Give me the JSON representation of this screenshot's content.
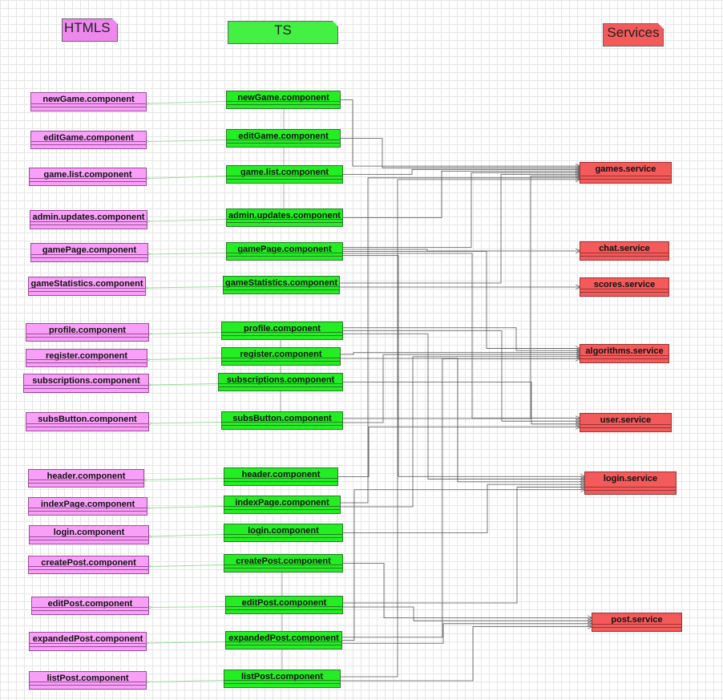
{
  "headers": {
    "htmls": "HTMLS",
    "ts": "TS",
    "services": "Services"
  },
  "colors": {
    "html_fill": "#f8a0f8",
    "ts_fill": "#22ee22",
    "service_fill": "#f45a5a",
    "header_html_fill": "#ee88ee",
    "header_ts_fill": "#44f044",
    "header_service_fill": "#f45a5a",
    "link_line": "#444444",
    "html_link_line": "#99dd99"
  },
  "html_components": [
    "newGame.component",
    "editGame.component",
    "game.list.component",
    "admin.updates.component",
    "gamePage.component",
    "gameStatistics.component",
    "profile.component",
    "register.component",
    "subscriptions.component",
    "subsButton.component",
    "header.component",
    "indexPage.component",
    "login.component",
    "createPost.component",
    "editPost.component",
    "expandedPost.component",
    "listPost.component"
  ],
  "ts_components": [
    "newGame.component",
    "editGame.component",
    "game.list.component",
    "admin.updates.component",
    "gamePage.component",
    "gameStatistics.component",
    "profile.component",
    "register.component",
    "subscriptions.component",
    "subsButton.component",
    "header.component",
    "indexPage.component",
    "login.component",
    "createPost.component",
    "editPost.component",
    "expandedPost.component",
    "listPost.component"
  ],
  "services": [
    "games.service",
    "chat.service",
    "scores.service",
    "algorithms.service",
    "user.service",
    "login.service",
    "post.service"
  ],
  "service_links": [
    {
      "from": "newGame.component",
      "to": "games.service"
    },
    {
      "from": "editGame.component",
      "to": "games.service"
    },
    {
      "from": "game.list.component",
      "to": "games.service"
    },
    {
      "from": "admin.updates.component",
      "to": "games.service"
    },
    {
      "from": "gamePage.component",
      "to": "games.service"
    },
    {
      "from": "gameStatistics.component",
      "to": "games.service"
    },
    {
      "from": "subsButton.component",
      "to": "games.service"
    },
    {
      "from": "indexPage.component",
      "to": "games.service"
    },
    {
      "from": "listPost.component",
      "to": "games.service"
    },
    {
      "from": "gamePage.component",
      "to": "chat.service"
    },
    {
      "from": "gameStatistics.component",
      "to": "scores.service"
    },
    {
      "from": "gamePage.component",
      "to": "algorithms.service"
    },
    {
      "from": "profile.component",
      "to": "algorithms.service"
    },
    {
      "from": "register.component",
      "to": "algorithms.service"
    },
    {
      "from": "subsButton.component",
      "to": "algorithms.service"
    },
    {
      "from": "indexPage.component",
      "to": "algorithms.service"
    },
    {
      "from": "expandedPost.component",
      "to": "algorithms.service"
    },
    {
      "from": "gamePage.component",
      "to": "user.service"
    },
    {
      "from": "profile.component",
      "to": "user.service"
    },
    {
      "from": "subscriptions.component",
      "to": "user.service"
    },
    {
      "from": "header.component",
      "to": "user.service"
    },
    {
      "from": "gamePage.component",
      "to": "login.service"
    },
    {
      "from": "profile.component",
      "to": "login.service"
    },
    {
      "from": "register.component",
      "to": "login.service"
    },
    {
      "from": "login.component",
      "to": "login.service"
    },
    {
      "from": "editPost.component",
      "to": "login.service"
    },
    {
      "from": "expandedPost.component",
      "to": "login.service"
    },
    {
      "from": "createPost.component",
      "to": "post.service"
    },
    {
      "from": "editPost.component",
      "to": "post.service"
    },
    {
      "from": "expandedPost.component",
      "to": "post.service"
    },
    {
      "from": "listPost.component",
      "to": "post.service"
    }
  ]
}
